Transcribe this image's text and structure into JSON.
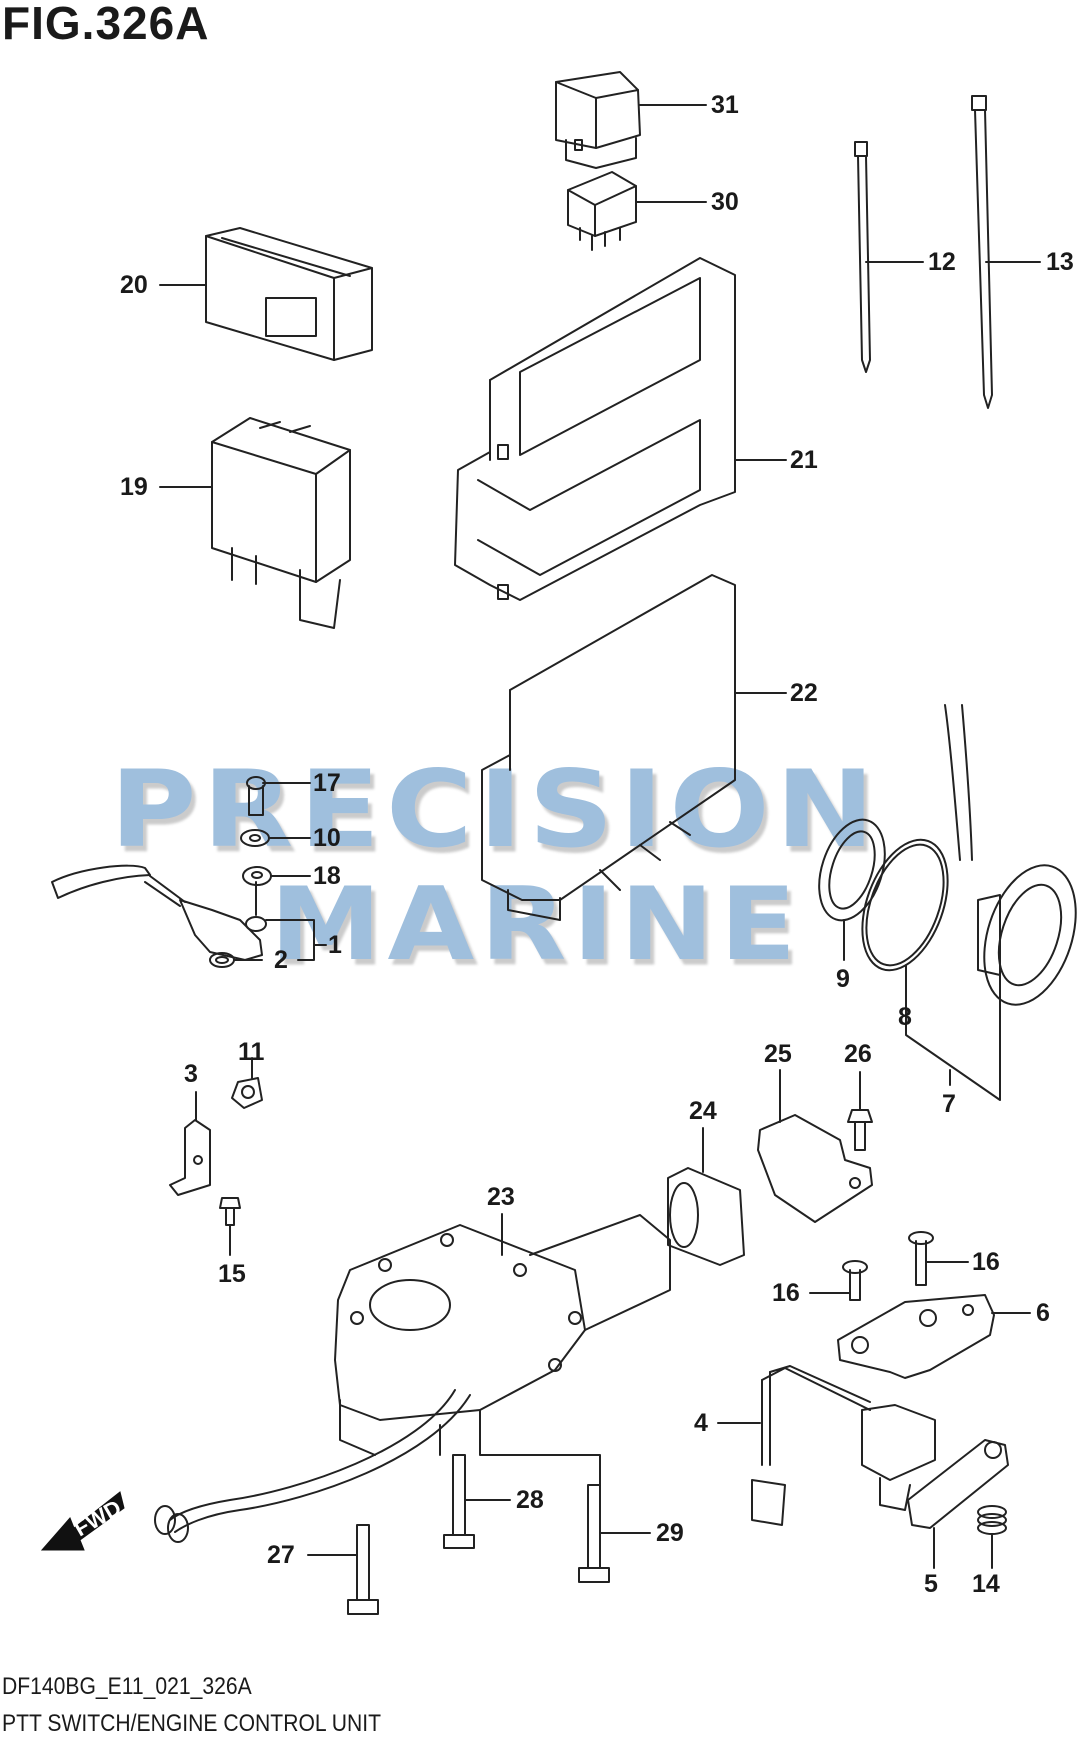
{
  "figure": {
    "title": "FIG.326A",
    "code": "DF140BG_E11_021_326A",
    "name": "PTT SWITCH/ENGINE CONTROL UNIT"
  },
  "watermark": {
    "line1": "PRECISION",
    "line2": "MARINE"
  },
  "orientation": {
    "label": "FWD"
  },
  "callouts": [
    {
      "id": "c31",
      "label": "31"
    },
    {
      "id": "c30",
      "label": "30"
    },
    {
      "id": "c12",
      "label": "12"
    },
    {
      "id": "c13",
      "label": "13"
    },
    {
      "id": "c20",
      "label": "20"
    },
    {
      "id": "c21",
      "label": "21"
    },
    {
      "id": "c19",
      "label": "19"
    },
    {
      "id": "c22",
      "label": "22"
    },
    {
      "id": "c17",
      "label": "17"
    },
    {
      "id": "c10",
      "label": "10"
    },
    {
      "id": "c18",
      "label": "18"
    },
    {
      "id": "c1",
      "label": "1"
    },
    {
      "id": "c2",
      "label": "2"
    },
    {
      "id": "c9",
      "label": "9"
    },
    {
      "id": "c8",
      "label": "8"
    },
    {
      "id": "c7",
      "label": "7"
    },
    {
      "id": "c3",
      "label": "3"
    },
    {
      "id": "c11",
      "label": "11"
    },
    {
      "id": "c15",
      "label": "15"
    },
    {
      "id": "c25",
      "label": "25"
    },
    {
      "id": "c26",
      "label": "26"
    },
    {
      "id": "c24",
      "label": "24"
    },
    {
      "id": "c23",
      "label": "23"
    },
    {
      "id": "c16a",
      "label": "16"
    },
    {
      "id": "c16b",
      "label": "16"
    },
    {
      "id": "c6",
      "label": "6"
    },
    {
      "id": "c4",
      "label": "4"
    },
    {
      "id": "c28",
      "label": "28"
    },
    {
      "id": "c29",
      "label": "29"
    },
    {
      "id": "c27",
      "label": "27"
    },
    {
      "id": "c5",
      "label": "5"
    },
    {
      "id": "c14",
      "label": "14"
    }
  ]
}
